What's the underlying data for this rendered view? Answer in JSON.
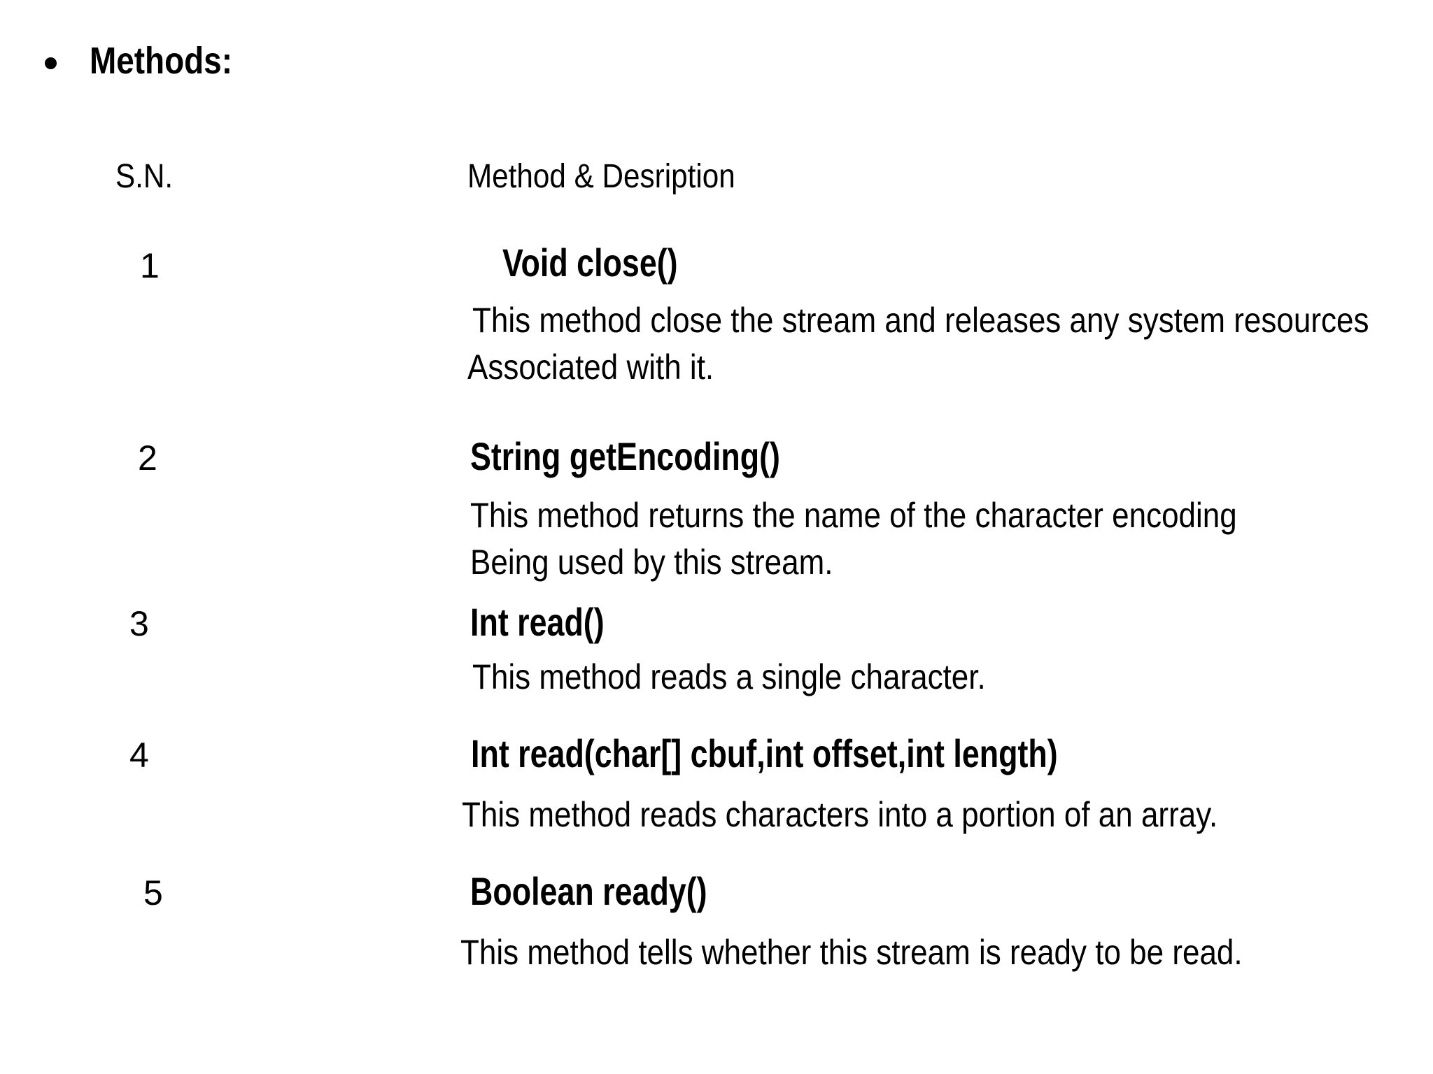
{
  "page": {
    "background_color": "#ffffff",
    "text_color": "#000000"
  },
  "slide": {
    "title": "Methods:",
    "bullet_glyph": "•"
  },
  "table": {
    "headers": {
      "sn": "S.N.",
      "method_description": "Method & Desription"
    },
    "rows": [
      {
        "sn": "1",
        "method": "Void close()",
        "description_lines": [
          "This method close the stream and releases any system resources",
          "Associated with it."
        ]
      },
      {
        "sn": "2",
        "method": "String getEncoding()",
        "description_lines": [
          "This method returns the name of the character encoding",
          "Being used by this stream."
        ]
      },
      {
        "sn": "3",
        "method": "Int read()",
        "description_lines": [
          "This method reads a single character."
        ]
      },
      {
        "sn": "4",
        "method": "Int read(char[] cbuf,int offset,int length)",
        "description_lines": [
          "This method reads characters into a portion of an array."
        ]
      },
      {
        "sn": "5",
        "method": "Boolean ready()",
        "description_lines": [
          "This method tells whether this stream is ready to be read."
        ]
      }
    ]
  }
}
